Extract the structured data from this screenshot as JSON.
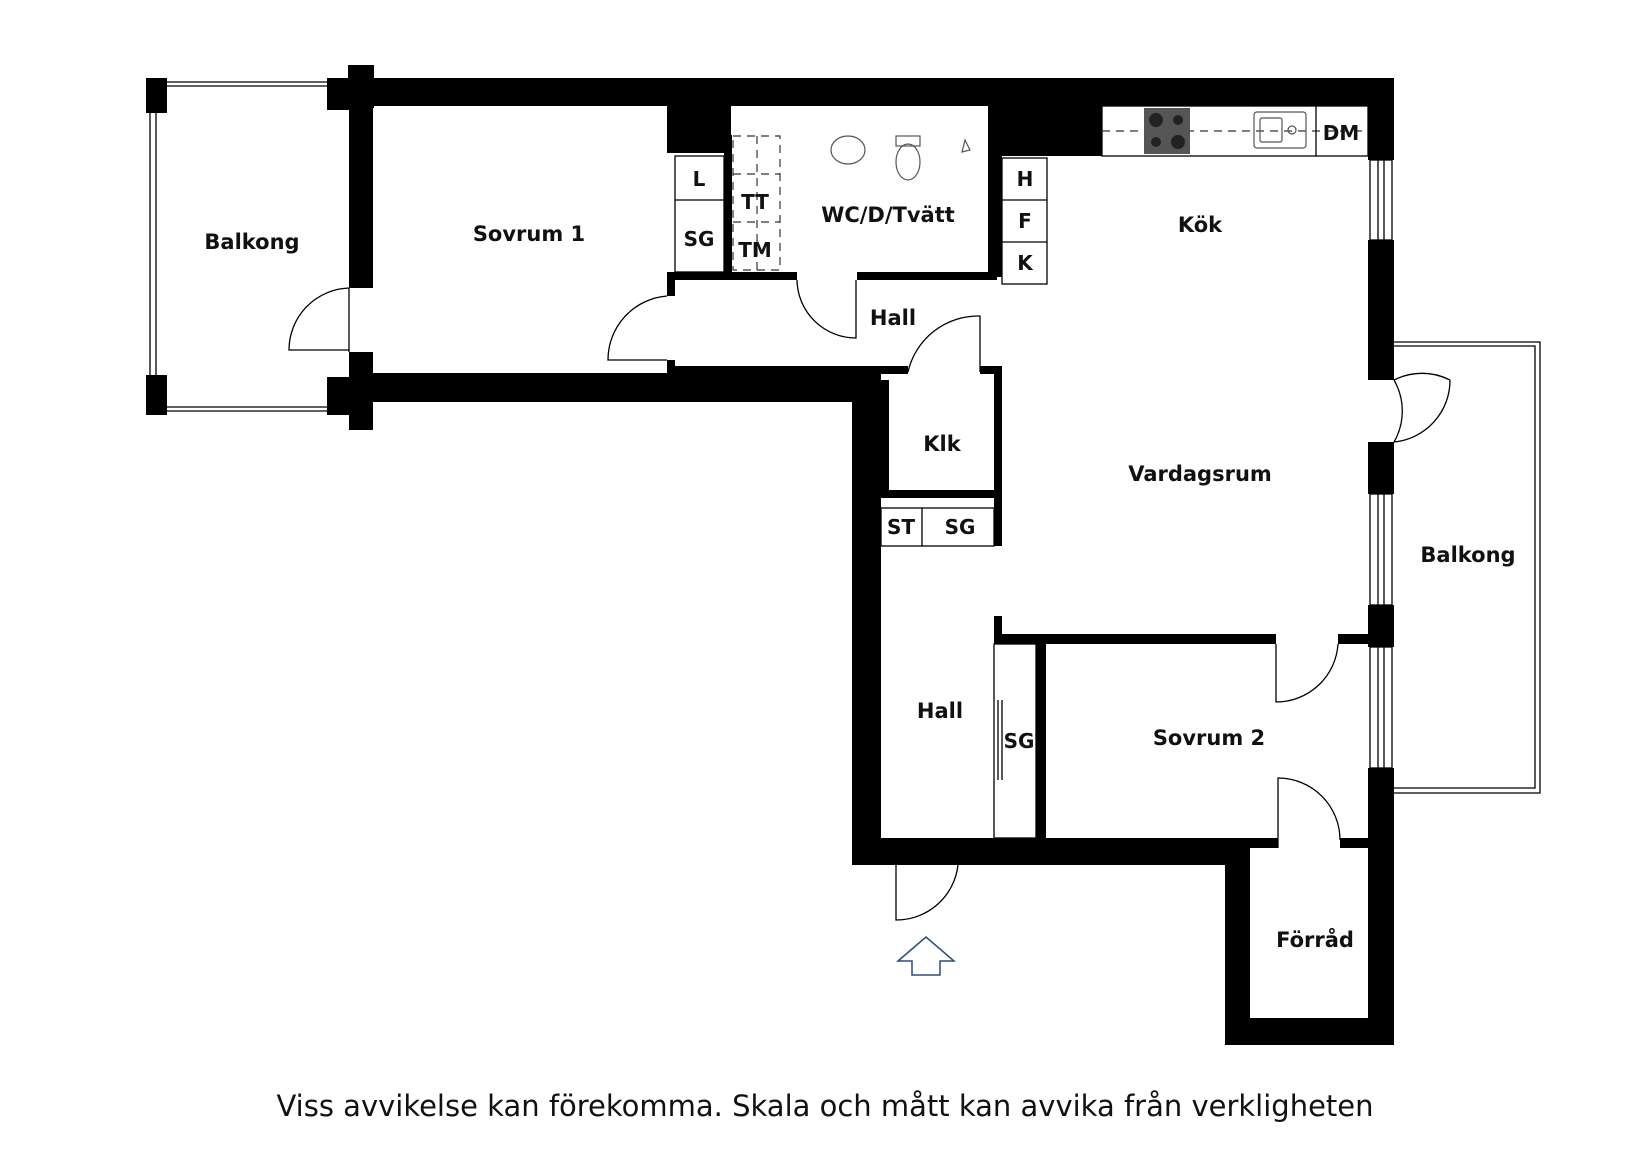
{
  "rooms": {
    "balkong_left": "Balkong",
    "sovrum1": "Sovrum 1",
    "wc": "WC/D/Tvätt",
    "kok": "Kök",
    "hall_upper": "Hall",
    "klk": "Klk",
    "vardagsrum": "Vardagsrum",
    "balkong_right": "Balkong",
    "hall_lower": "Hall",
    "sovrum2": "Sovrum 2",
    "forrad": "Förråd"
  },
  "storage": {
    "l": "L",
    "sg_bedroom1": "SG",
    "tt": "TT",
    "tm": "TM",
    "h": "H",
    "f": "F",
    "k": "K",
    "dm": "DM",
    "st": "ST",
    "sg_hall": "SG",
    "sg_lower": "SG"
  },
  "entrance_icon": "entrance-arrow-icon",
  "disclaimer": "Viss avvikelse kan förekomma. Skala och mått kan avvika från verkligheten"
}
